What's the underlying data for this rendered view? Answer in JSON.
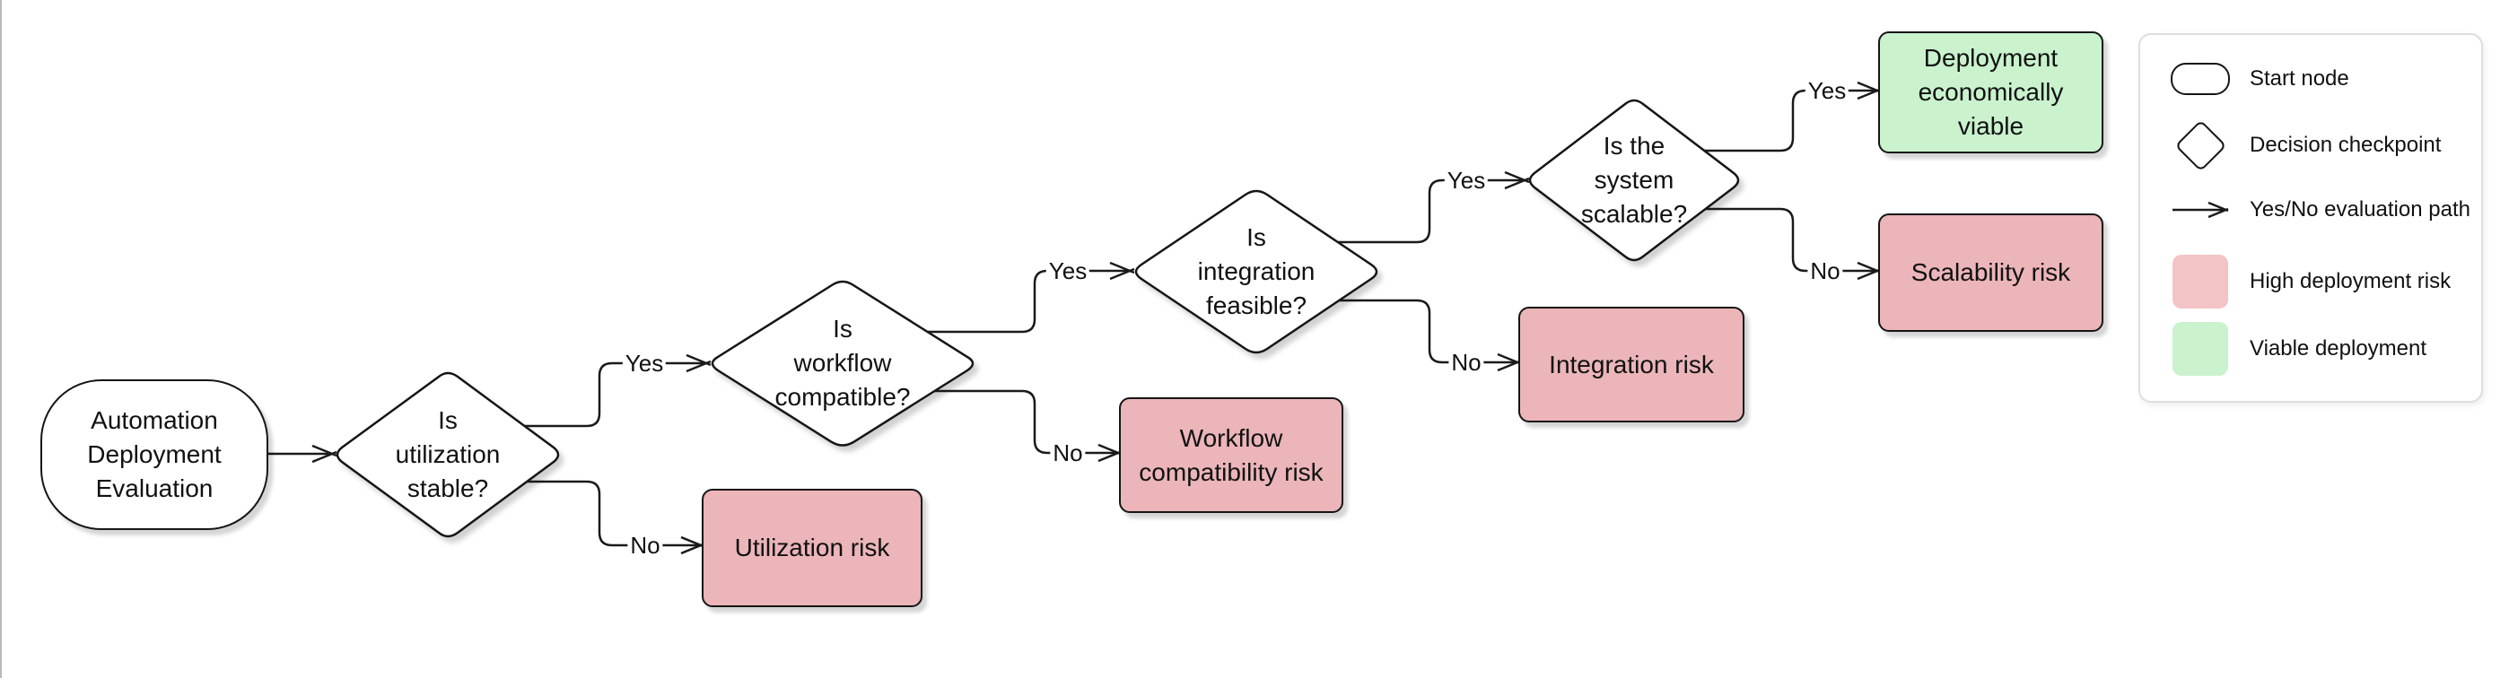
{
  "nodes": {
    "start": {
      "label": "Automation\nDeployment\nEvaluation"
    },
    "decision_utilization": {
      "label": "Is\nutilization\nstable?"
    },
    "decision_workflow": {
      "label": "Is\nworkflow\ncompatible?"
    },
    "decision_integration": {
      "label": "Is\nintegration\nfeasible?"
    },
    "decision_scalability": {
      "label": "Is the\nsystem\nscalable?"
    },
    "risk_utilization": {
      "label": "Utilization risk"
    },
    "risk_workflow": {
      "label": "Workflow\ncompatibility risk"
    },
    "risk_integration": {
      "label": "Integration risk"
    },
    "risk_scalability": {
      "label": "Scalability risk"
    },
    "viable": {
      "label": "Deployment\neconomically\nviable"
    }
  },
  "edges": {
    "utilization_yes": {
      "label": "Yes"
    },
    "utilization_no": {
      "label": "No"
    },
    "workflow_yes": {
      "label": "Yes"
    },
    "workflow_no": {
      "label": "No"
    },
    "integration_yes": {
      "label": "Yes"
    },
    "integration_no": {
      "label": "No"
    },
    "scalability_yes": {
      "label": "Yes"
    },
    "scalability_no": {
      "label": "No"
    }
  },
  "legend": {
    "items": [
      {
        "icon": "start-node-shape",
        "label": "Start node"
      },
      {
        "icon": "decision-diamond-shape",
        "label": "Decision checkpoint"
      },
      {
        "icon": "evaluation-arrow",
        "label": "Yes/No evaluation path"
      },
      {
        "icon": "high-risk-swatch",
        "label": "High deployment risk"
      },
      {
        "icon": "viable-swatch",
        "label": "Viable deployment"
      }
    ]
  },
  "colors": {
    "high_risk_fill": "#ebb5b9",
    "viable_fill": "#c9f2cd",
    "legend_risk_swatch": "#f3c3c6",
    "legend_viable_swatch": "#c9f2cd",
    "node_border": "#151515",
    "edge_color": "#1a1a1a",
    "canvas_bg": "#ffffff"
  }
}
